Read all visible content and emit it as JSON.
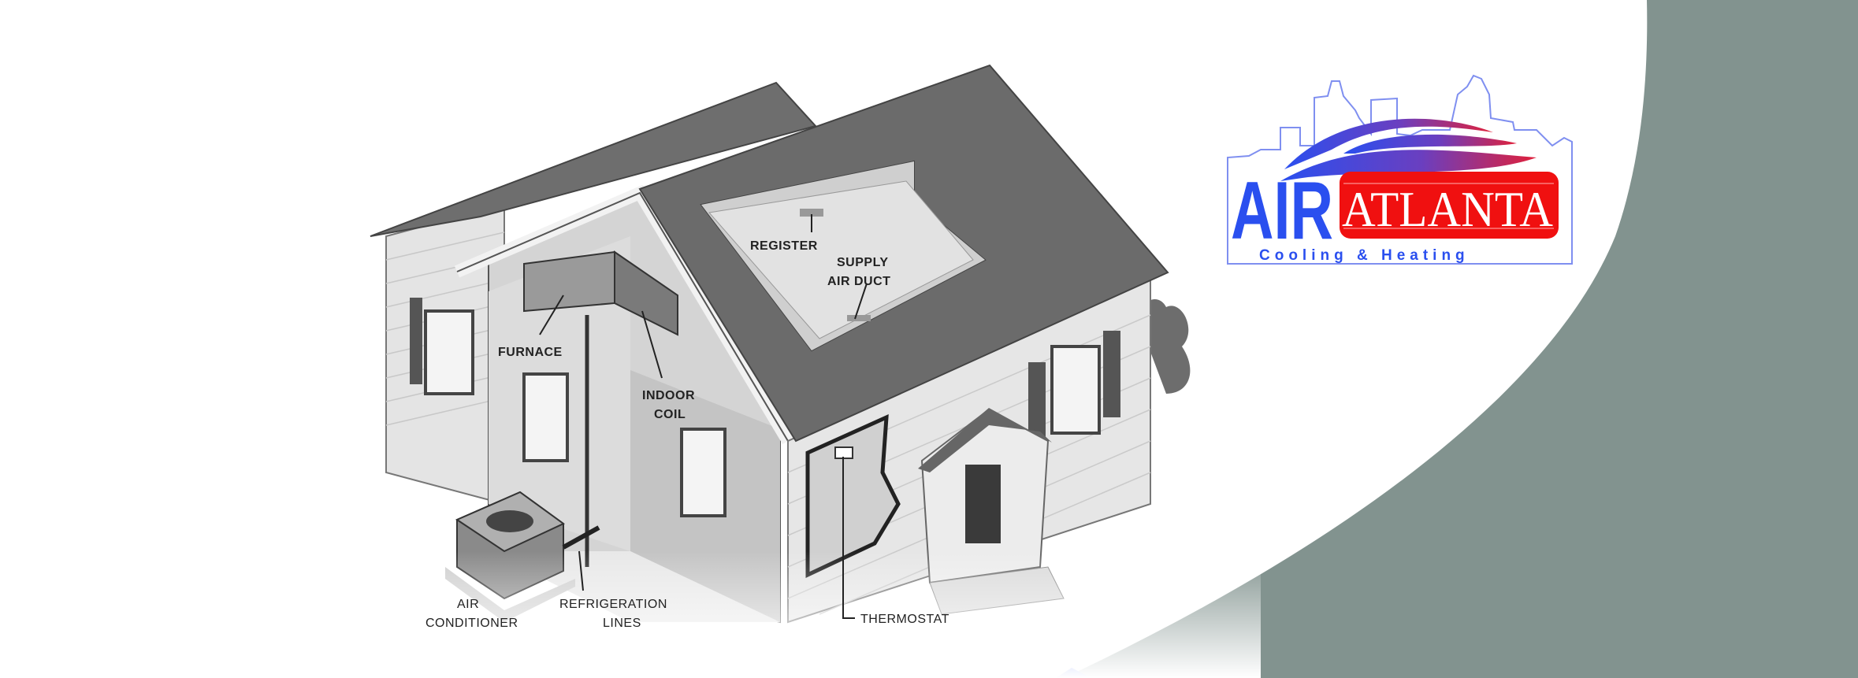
{
  "colors": {
    "panel_gray": "#82938f",
    "brand_blue": "#2a4fef",
    "brand_red": "#f01010",
    "skyline": "#7f8ff0"
  },
  "logo": {
    "word1": "AIR",
    "word2": "ATLANTA",
    "tagline": "Cooling & Heating"
  },
  "diagram": {
    "labels": {
      "register": "REGISTER",
      "supply_1": "SUPPLY",
      "supply_2": "AIR DUCT",
      "furnace": "FURNACE",
      "indoor_1": "INDOOR",
      "indoor_2": "COIL",
      "ac_1": "AIR",
      "ac_2": "CONDITIONER",
      "refrig_1": "REFRIGERATION",
      "refrig_2": "LINES",
      "thermostat": "THERMOSTAT"
    }
  }
}
